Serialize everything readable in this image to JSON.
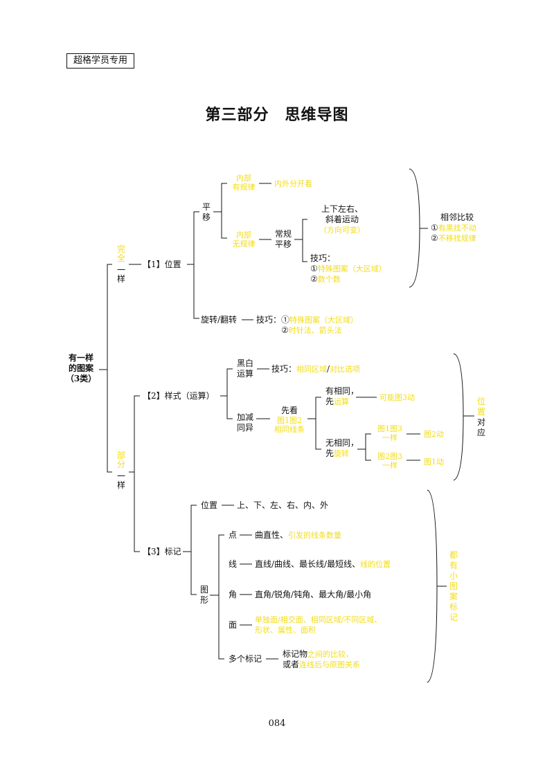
{
  "badge": "超格学员专用",
  "title": "第三部分　思维导图",
  "page_number": "084",
  "root": [
    "有一样",
    "的图案",
    "（3类）"
  ],
  "complete": {
    "a": "完全",
    "b": "一样"
  },
  "partial": {
    "a": "部分",
    "b": "一样"
  },
  "sec1": {
    "label": "【1】位置",
    "pingyi": [
      "平",
      "移"
    ],
    "inner_regular": [
      "内部",
      "有规律"
    ],
    "inner_regular_note": "内外分开看",
    "inner_irregular": [
      "内部",
      "无规律"
    ],
    "changgui": [
      "常规",
      "平移"
    ],
    "motion": [
      "上下左右、",
      "斜着运动"
    ],
    "motion_note": "（方向可变）",
    "skill_label": "技巧：",
    "skill_1": "特殊图案（大区域）",
    "skill_2": "数个数",
    "marker_1": "①",
    "marker_2": "②",
    "compare_title": "相邻比较",
    "compare_1": "有黑找不动",
    "compare_2": "不移找规律",
    "rotate": "旋转/翻转",
    "rotate_skill": "技巧：",
    "rotate_1": "特殊图案（大区域）",
    "rotate_2": "时针法、箭头法"
  },
  "sec2": {
    "label": "【2】样式（运算）",
    "heibai": [
      "黑白",
      "运算"
    ],
    "heibai_skill": "技巧：",
    "heibai_note_a": "相同区域",
    "heibai_slash": "/",
    "heibai_note_b": "对比选项",
    "jiajian": [
      "加减",
      "同异"
    ],
    "xiankan": "先看",
    "xiankan_y": [
      "图1图2",
      "相同线条"
    ],
    "same_a": "有相同，",
    "same_b_pre": "先",
    "same_b_y": "运算",
    "same_result": "可能图3动",
    "nosame_a": "无相同，",
    "nosame_b_pre": "先",
    "nosame_b_y": "旋转",
    "eq1": [
      "图1图3",
      "一样"
    ],
    "eq1_result": "图2动",
    "eq2": [
      "图2图3",
      "一样"
    ],
    "eq2_result": "图1动",
    "side_y": [
      "位",
      "置"
    ],
    "side_b": [
      "对",
      "应"
    ]
  },
  "sec3": {
    "label": "【3】标记",
    "position": "位置",
    "position_list": "上、下、左、右、内、外",
    "tuxing": [
      "图",
      "形"
    ],
    "dian": "点",
    "dian_a": "曲直性、",
    "dian_y": "引发的线条数量",
    "xian": "线",
    "xian_a": "直线/曲线、最长线/最短线、",
    "xian_y": "线的位置",
    "jiao": "角",
    "jiao_a": "直角/锐角/钝角、最大角/最小角",
    "mian": "面",
    "mian_y1": "单独面/相交面、相同区域/不同区域、",
    "mian_y2": "形状、属性、面积",
    "multi": "多个标记",
    "multi_1a": "标记物",
    "multi_1y": "之间的比较，",
    "multi_2a": "或者",
    "multi_2y": "连线后与原图关系",
    "side_y": [
      "都",
      "有",
      "小",
      "图",
      "案",
      "标",
      "记"
    ]
  },
  "colors": {
    "highlight": "#f2dd16",
    "line": "#111111"
  }
}
